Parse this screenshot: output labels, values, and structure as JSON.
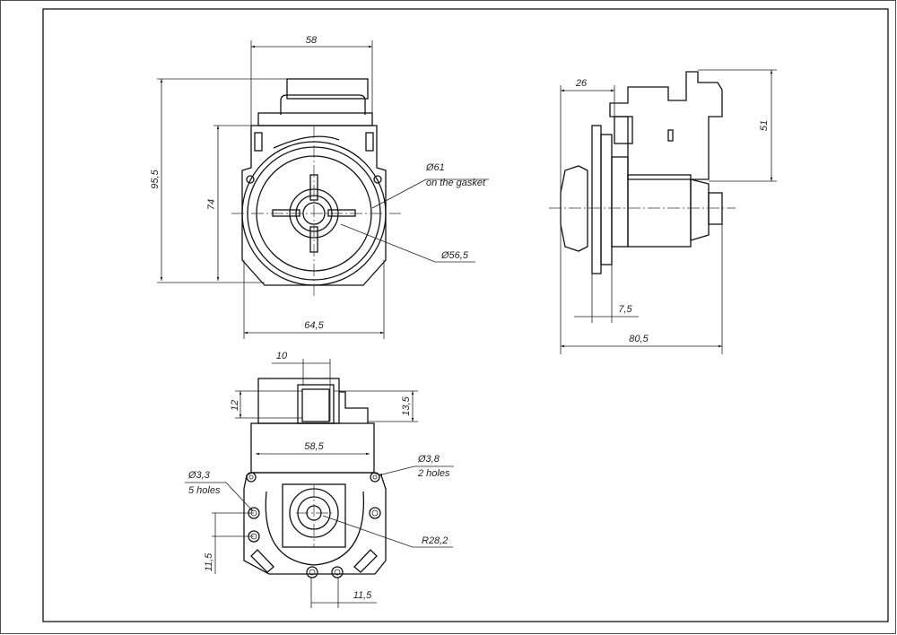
{
  "drawing": {
    "front_view": {
      "width_top": "58",
      "height_total": "95,5",
      "height_body": "74",
      "width_bottom": "64,5",
      "diameter_gasket": "Ø61",
      "gasket_note": "on the gasket",
      "diameter_inner": "Ø56,5"
    },
    "side_view": {
      "offset_top": "26",
      "height_connector": "51",
      "flange_width": "7,5",
      "length_total": "80,5"
    },
    "bottom_view": {
      "connector_width": "10",
      "connector_height_left": "12",
      "connector_height_right": "13,5",
      "body_width": "58,5",
      "hole_large": "Ø3,8",
      "hole_large_count": "2 holes",
      "hole_small": "Ø3,3",
      "hole_small_count": "5 holes",
      "radius": "R28,2",
      "hole_spacing_vertical": "11,5",
      "hole_spacing_horizontal": "11,5"
    }
  }
}
